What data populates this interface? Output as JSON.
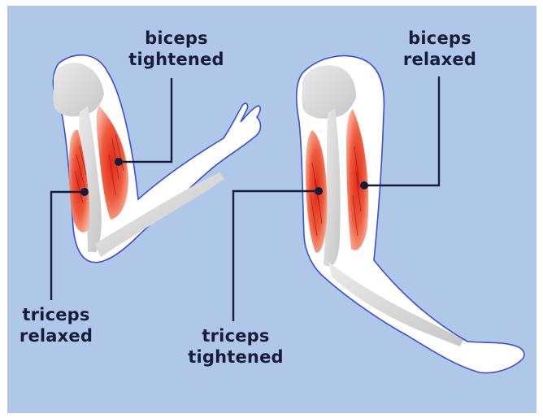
{
  "colors": {
    "background": "#afc8e8",
    "label_text": "#161c3c",
    "leader_line": "#161c3c",
    "muscle": "#e8382a",
    "bone": "#d6d6d6",
    "skin_outline": "#3b4fd0"
  },
  "left_arm": {
    "state": "flexed",
    "labels": {
      "biceps": {
        "line1": "biceps",
        "line2": "tightened"
      },
      "triceps": {
        "line1": "triceps",
        "line2": "relaxed"
      }
    }
  },
  "right_arm": {
    "state": "extended",
    "labels": {
      "biceps": {
        "line1": "biceps",
        "line2": "relaxed"
      },
      "triceps": {
        "line1": "triceps",
        "line2": "tightened"
      }
    }
  }
}
